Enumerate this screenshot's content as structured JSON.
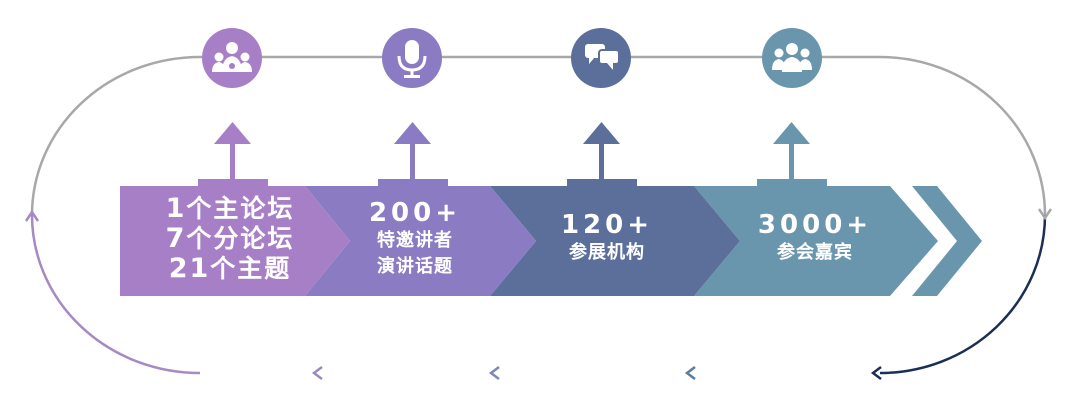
{
  "stages": [
    {
      "id": "forums",
      "icon": "organization-icon",
      "color": "#a77fc6",
      "lines": [
        {
          "num": "1",
          "text": "个主论坛"
        },
        {
          "num": "7",
          "text": "个分论坛"
        },
        {
          "num": "21",
          "text": "个主题"
        }
      ]
    },
    {
      "id": "speakers",
      "icon": "microphone-icon",
      "color": "#8a7bc3",
      "value": "200+",
      "lines": [
        "特邀讲者",
        "演讲话题"
      ]
    },
    {
      "id": "exhibitors",
      "icon": "chat-bubbles-icon",
      "color": "#5c6f9b",
      "value": "120+",
      "lines": [
        "参展机构"
      ]
    },
    {
      "id": "guests",
      "icon": "group-icon",
      "color": "#6a96ad",
      "value": "3000+",
      "lines": [
        "参会嘉宾"
      ]
    }
  ],
  "colors": {
    "loop_gray": "#a8a8a8",
    "loop_purple": "#a58ac6",
    "loop_navy": "#1b2f55",
    "end_chevron": "#6a96ad"
  }
}
